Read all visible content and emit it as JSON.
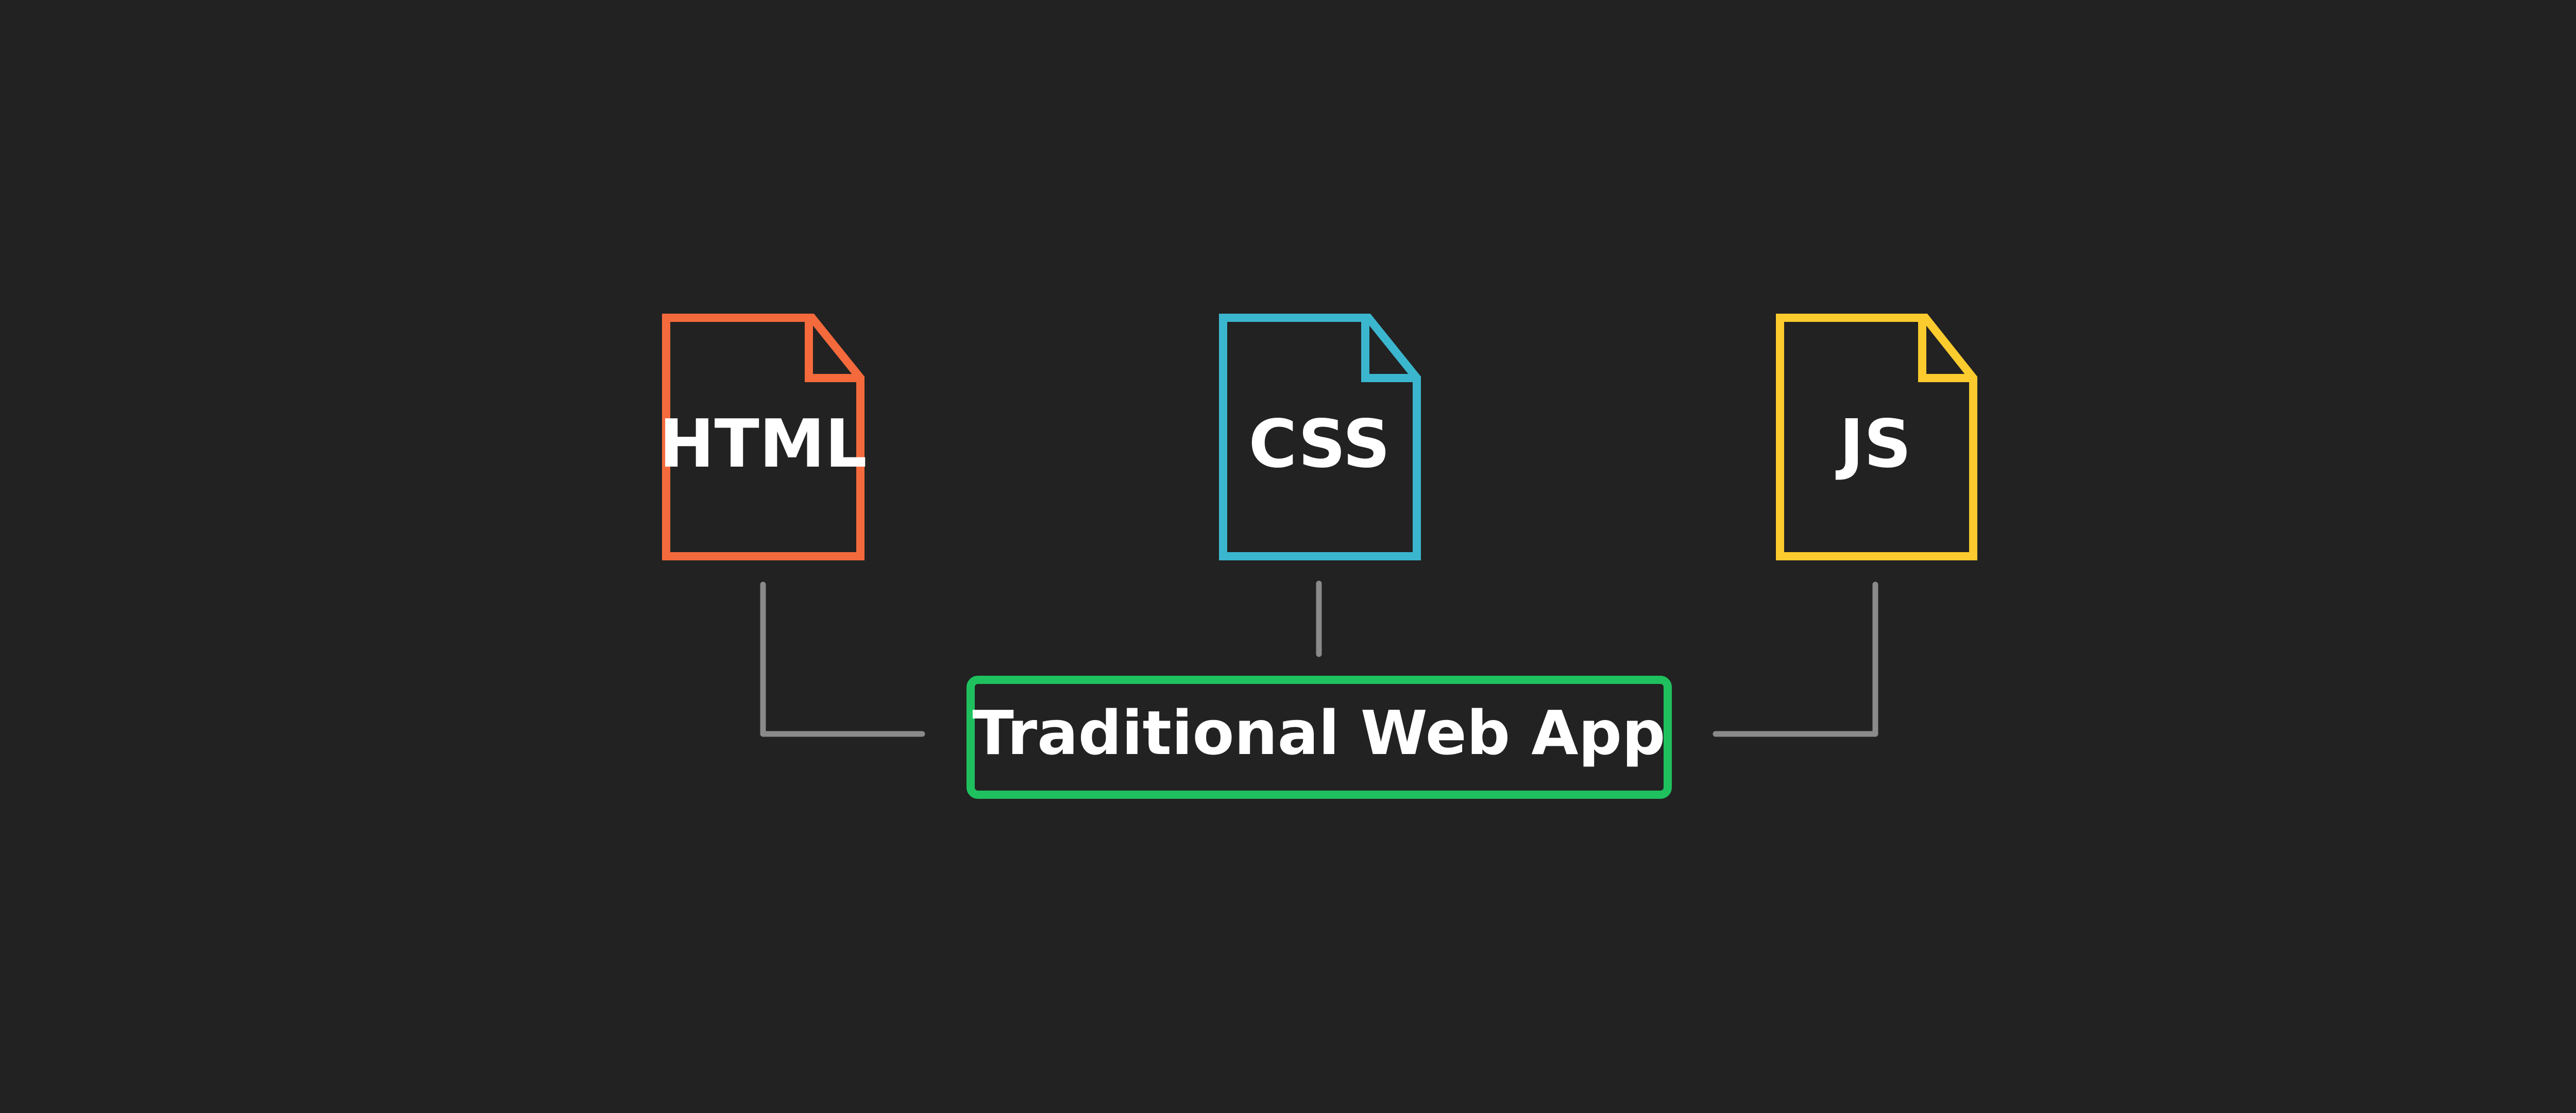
{
  "diagram": {
    "background_color": "#222222",
    "connector_color": "#8A8A8A",
    "files": [
      {
        "label": "HTML",
        "color": "#F46A3C",
        "icon": "file-icon"
      },
      {
        "label": "CSS",
        "color": "#3BB6CF",
        "icon": "file-icon"
      },
      {
        "label": "JS",
        "color": "#FCCB2E",
        "icon": "file-icon"
      }
    ],
    "app": {
      "label": "Traditional Web App",
      "color": "#1FC15E"
    }
  }
}
